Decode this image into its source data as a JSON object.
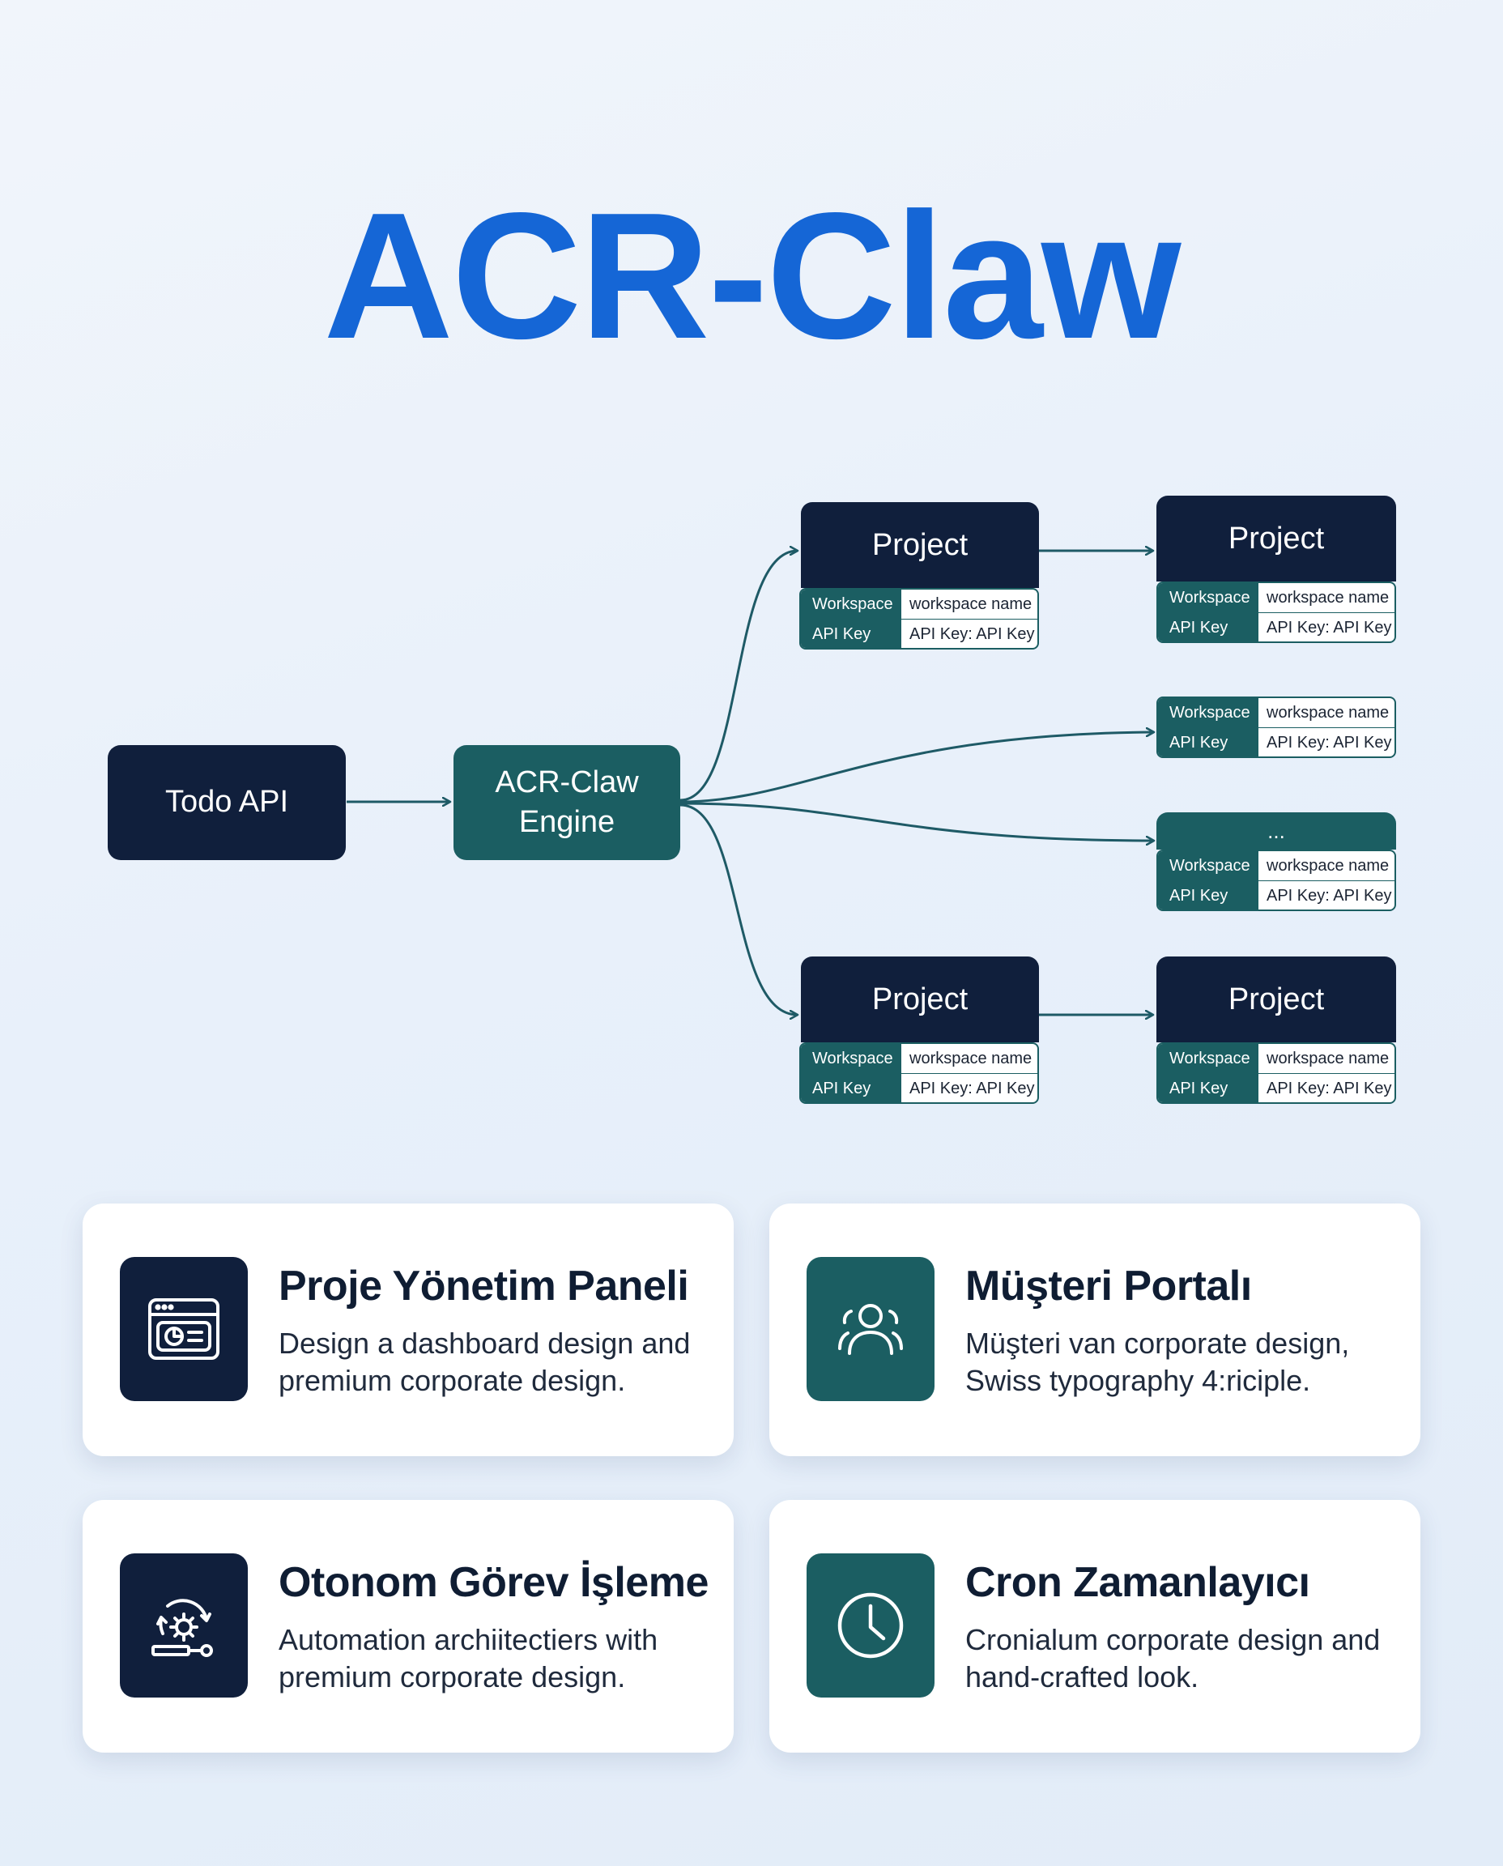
{
  "title": "ACR-Claw",
  "diagram": {
    "source": {
      "label": "Todo API"
    },
    "engine": {
      "label": "ACR-Claw\nEngine"
    },
    "project_label": "Project",
    "ellipsis_label": "...",
    "kv_rows": [
      {
        "key": "Workspace",
        "value": "workspace name"
      },
      {
        "key": "API Key",
        "value": "API Key: API Key"
      }
    ]
  },
  "cards": [
    {
      "title": "Proje Yönetim Paneli",
      "description": "Design a dashboard design and premium corporate design.",
      "icon": "dashboard-window-icon",
      "icon_bg": "#101f3c"
    },
    {
      "title": "Müşteri Portalı",
      "description": "Müşteri van corporate design, Swiss typography 4:riciple.",
      "icon": "users-icon",
      "icon_bg": "#1b5e62"
    },
    {
      "title": "Otonom Görev İşleme",
      "description": "Automation archiitectiers with premium corporate design.",
      "icon": "automation-gear-icon",
      "icon_bg": "#101f3c"
    },
    {
      "title": "Cron Zamanlayıcı",
      "description": "Cronialum corporate design and hand-crafted look.",
      "icon": "clock-icon",
      "icon_bg": "#1b5e62"
    }
  ],
  "colors": {
    "title_blue": "#1566d6",
    "navy": "#101f3c",
    "teal": "#1b5e62",
    "edge": "#1e5a66"
  }
}
